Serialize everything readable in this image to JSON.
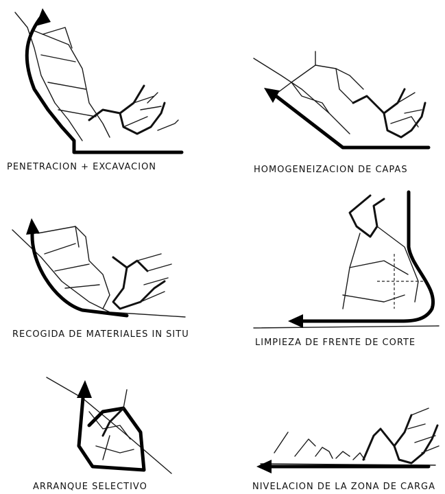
{
  "panels": [
    {
      "id": "penetracion",
      "caption": "PENETRACION + EXCAVACION"
    },
    {
      "id": "homogeneizacion",
      "caption": "HOMOGENEIZACION DE CAPAS"
    },
    {
      "id": "recogida",
      "caption": "RECOGIDA DE MATERIALES IN SITU"
    },
    {
      "id": "limpieza",
      "caption": "LIMPIEZA DE FRENTE DE CORTE"
    },
    {
      "id": "arranque",
      "caption": "ARRANQUE SELECTIVO"
    },
    {
      "id": "nivelacion",
      "caption": "NIVELACION DE LA ZONA DE CARGA"
    }
  ]
}
